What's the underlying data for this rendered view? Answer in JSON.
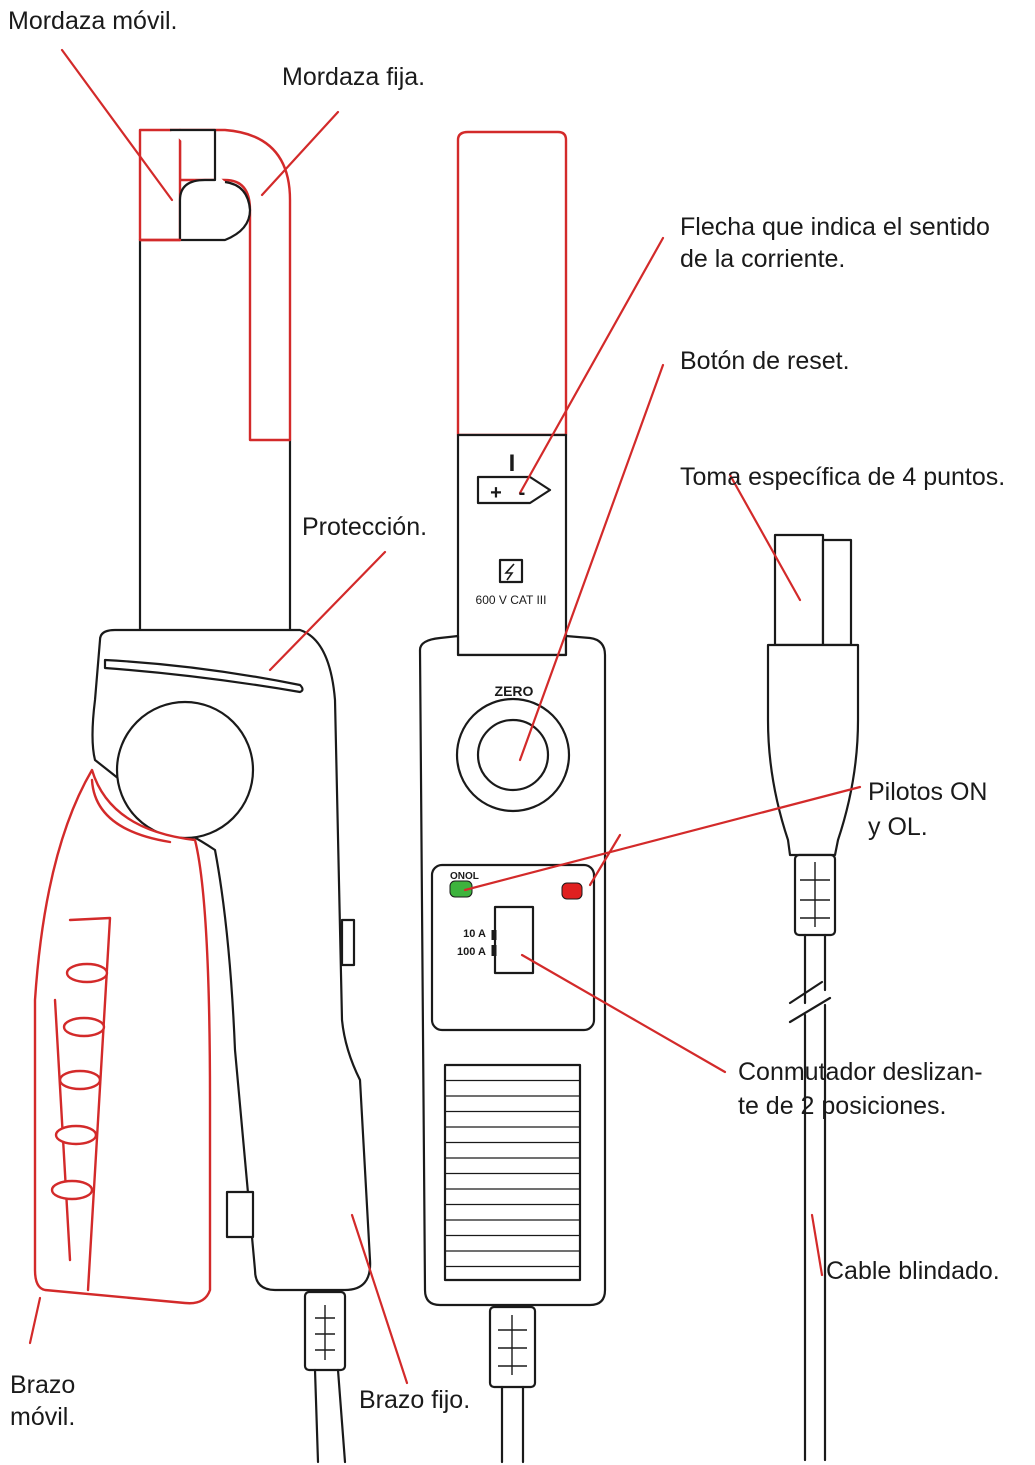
{
  "labels": {
    "mordaza_movil": "Mordaza móvil.",
    "mordaza_fija": "Mordaza fija.",
    "flecha_line1": "Flecha que indica el sentido",
    "flecha_line2": "de la corriente.",
    "boton_reset": "Botón de reset.",
    "toma": "Toma específica de 4 puntos.",
    "proteccion": "Protección.",
    "pilotos_line1": "Pilotos ON",
    "pilotos_line2": "y OL.",
    "conmutador_line1": "Conmutador deslizan-",
    "conmutador_line2": "te de 2 posiciones.",
    "cable": "Cable blindado.",
    "brazo_movil_line1": "Brazo",
    "brazo_movil_line2": "móvil.",
    "brazo_fijo": "Brazo fijo."
  },
  "device": {
    "current_symbol": "I",
    "polarity_plus": "+",
    "polarity_minus": "-",
    "voltage_rating": "600 V CAT III",
    "zero_label": "ZERO",
    "led_label": "ONOL",
    "range_10": "10 A",
    "range_100": "100 A"
  },
  "colors": {
    "highlight": "#d32a2a",
    "led_on": "#3db33d",
    "led_ol": "#e02020",
    "outline": "#1a1a1a"
  }
}
